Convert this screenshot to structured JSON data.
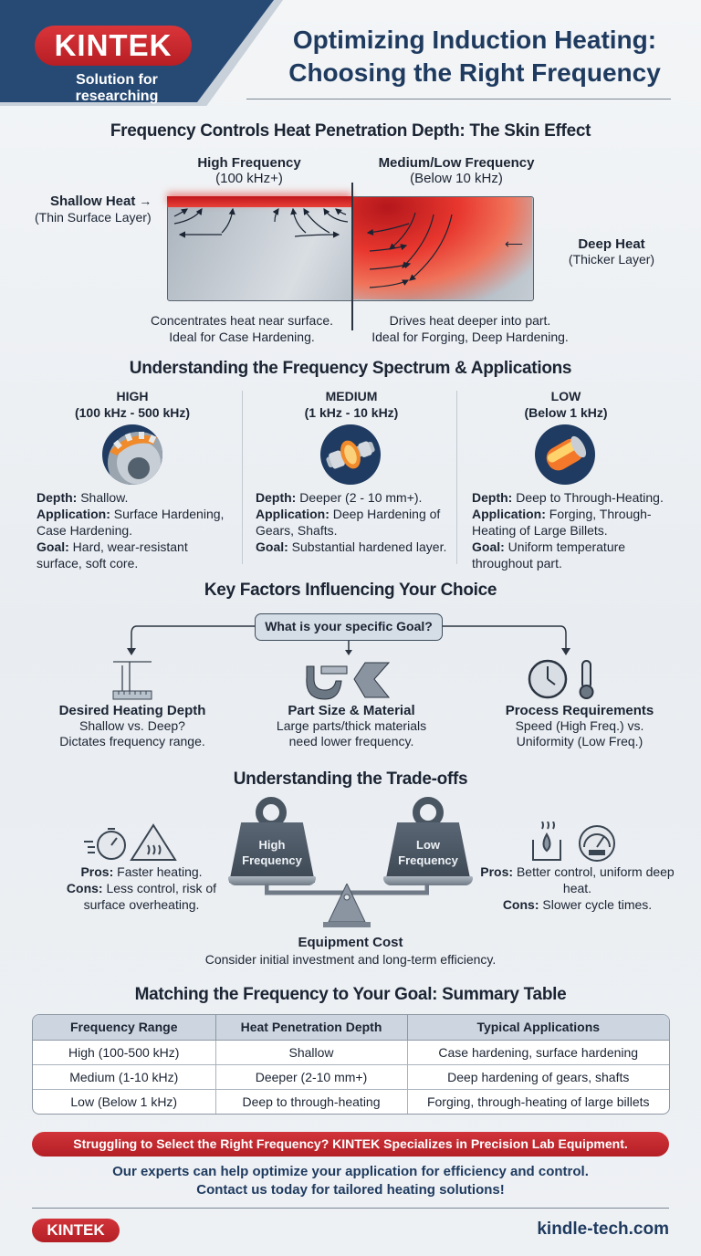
{
  "header": {
    "logo": "KINTEK",
    "tagline": "Solution for researching",
    "title_line1": "Optimizing Induction Heating:",
    "title_line2": "Choosing the Right Frequency"
  },
  "skin_effect": {
    "heading": "Frequency Controls Heat Penetration Depth: The Skin Effect",
    "high": {
      "label": "High Frequency",
      "range": "(100 kHz+)",
      "caption1": "Concentrates heat near surface.",
      "caption2": "Ideal for Case Hardening."
    },
    "low": {
      "label": "Medium/Low Frequency",
      "range": "(Below 10 kHz)",
      "caption1": "Drives heat deeper into part.",
      "caption2": "Ideal for Forging, Deep Hardening."
    },
    "shallow_label": "Shallow Heat",
    "shallow_sub": "(Thin Surface Layer)",
    "deep_label": "Deep Heat",
    "deep_sub": "(Thicker Layer)"
  },
  "spectrum": {
    "heading": "Understanding the Frequency Spectrum & Applications",
    "columns": [
      {
        "name": "HIGH",
        "range": "(100 kHz - 500 kHz)",
        "icon": "gear-icon",
        "depth": "Shallow.",
        "application": "Surface Hardening, Case Hardening.",
        "goal": "Hard, wear-resistant surface, soft core."
      },
      {
        "name": "MEDIUM",
        "range": "(1 kHz - 10 kHz)",
        "icon": "shaft-icon",
        "depth": "Deeper (2 - 10 mm+).",
        "application": "Deep Hardening of Gears, Shafts.",
        "goal": "Substantial hardened layer."
      },
      {
        "name": "LOW",
        "range": "(Below 1 kHz)",
        "icon": "billet-icon",
        "depth": "Deep to Through-Heating.",
        "application": "Forging, Through-Heating of Large Billets.",
        "goal": "Uniform temperature throughout part."
      }
    ],
    "labels": {
      "depth": "Depth:",
      "application": "Application:",
      "goal": "Goal:"
    }
  },
  "factors": {
    "heading": "Key Factors Influencing Your Choice",
    "question": "What is your specific Goal?",
    "items": [
      {
        "title": "Desired Heating Depth",
        "line1": "Shallow vs. Deep?",
        "line2": "Dictates frequency range.",
        "icon": "depth-gauge-icon"
      },
      {
        "title": "Part Size & Material",
        "line1": "Large parts/thick materials",
        "line2": "need lower frequency.",
        "icon": "micrometer-icon"
      },
      {
        "title": "Process Requirements",
        "line1": "Speed (High Freq.) vs.",
        "line2": "Uniformity (Low Freq.)",
        "icon": "clock-thermometer-icon"
      }
    ]
  },
  "tradeoffs": {
    "heading": "Understanding the Trade-offs",
    "weight_left": [
      "High",
      "Frequency"
    ],
    "weight_right": [
      "Low",
      "Frequency"
    ],
    "left": {
      "pros_label": "Pros:",
      "pros": "Faster heating.",
      "cons_label": "Cons:",
      "cons": "Less control, risk of surface overheating."
    },
    "right": {
      "pros_label": "Pros:",
      "pros": "Better control, uniform deep heat.",
      "cons_label": "Cons:",
      "cons": "Slower cycle times."
    },
    "cost_title": "Equipment Cost",
    "cost_desc": "Consider initial investment and long-term efficiency."
  },
  "table": {
    "heading": "Matching the Frequency to Your Goal: Summary Table",
    "headers": [
      "Frequency Range",
      "Heat Penetration Depth",
      "Typical Applications"
    ],
    "rows": [
      [
        "High (100-500 kHz)",
        "Shallow",
        "Case hardening, surface hardening"
      ],
      [
        "Medium (1-10 kHz)",
        "Deeper (2-10 mm+)",
        "Deep hardening of gears, shafts"
      ],
      [
        "Low (Below 1 kHz)",
        "Deep to through-heating",
        "Forging, through-heating of large billets"
      ]
    ]
  },
  "cta": {
    "banner": "Struggling to Select the Right Frequency? KINTEK Specializes in Precision Lab Equipment.",
    "line1": "Our experts can help optimize your application for efficiency and control.",
    "line2": "Contact us today for tailored heating solutions!"
  },
  "footer": {
    "logo": "KINTEK",
    "url": "kindle-tech.com"
  },
  "colors": {
    "brand_red": "#c4262c",
    "brand_navy": "#274a74",
    "text_dark": "#1b2433"
  }
}
